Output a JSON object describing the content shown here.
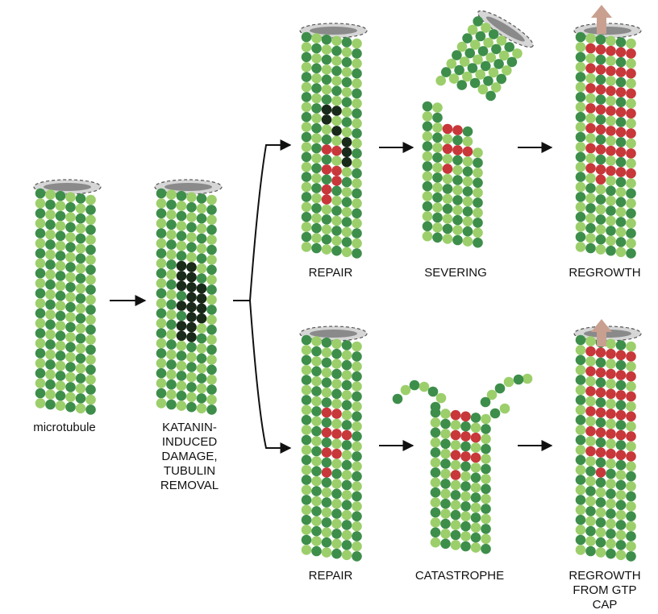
{
  "labels": {
    "microtubule": "microtubule",
    "damage": "KATANIN-\nINDUCED\nDAMAGE,\nTUBULIN\nREMOVAL",
    "repair_top": "REPAIR",
    "severing": "SEVERING",
    "regrowth_top": "REGROWTH",
    "repair_bottom": "REPAIR",
    "catastrophe": "CATASTROPHE",
    "regrowth_bottom": "REGROWTH\nFROM GTP\nCAP"
  },
  "colors": {
    "tubulin_dark": "#3e8e4b",
    "tubulin_light": "#9ccf6b",
    "gtp_tubulin": "#c8373a",
    "damaged_tubulin": "#1a2a1a",
    "lumen_cap": "#8a8a8a",
    "arrow": "#111111",
    "growth_arrow": "#c9a090"
  }
}
